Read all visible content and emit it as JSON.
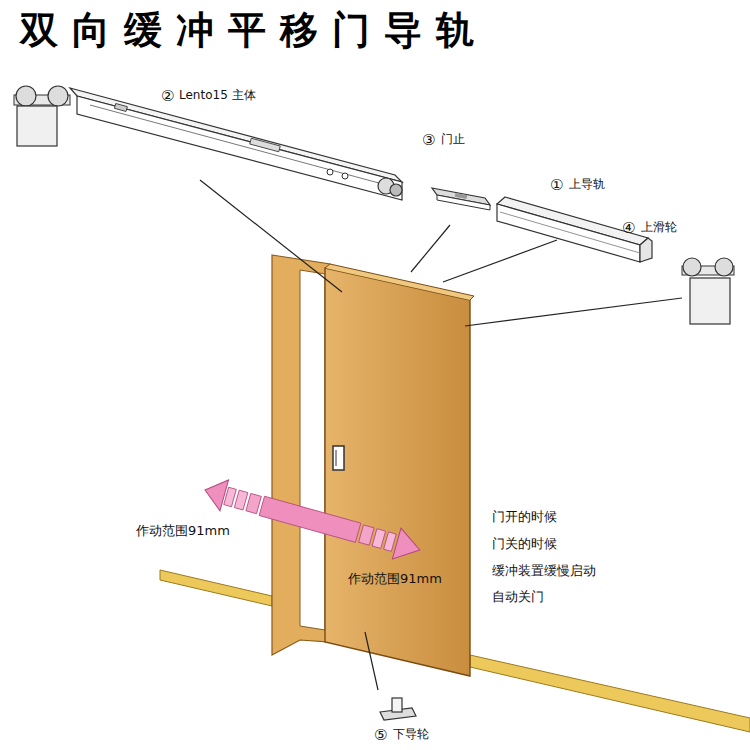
{
  "diagram": {
    "title": "双向缓冲平移门导轨",
    "labels": [
      "②",
      "Lento15 主体",
      "③",
      "门止",
      "①",
      "上导轨",
      "④",
      "上滑轮",
      "作动范围91mm",
      "作动范围91mm",
      "门开的时候",
      "门关的时候",
      "缓冲装置缓慢启动",
      "自动关门",
      "⑤",
      "下导轮"
    ]
  }
}
